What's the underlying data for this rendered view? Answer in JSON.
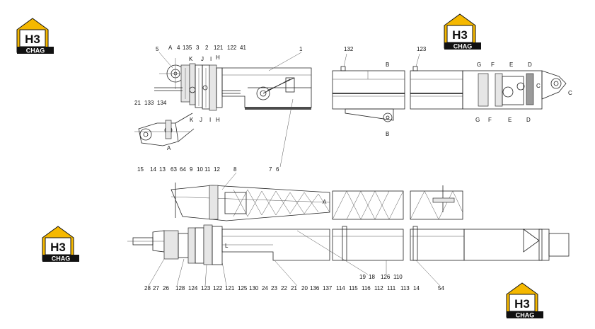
{
  "logo": {
    "mark": "H3",
    "word": "CHAG",
    "color_yellow": "#f5b800",
    "color_dark": "#111111"
  },
  "top": {
    "labels": [
      "5",
      "A",
      "4",
      "135",
      "3",
      "2",
      "121",
      "122",
      "41",
      "1",
      "K",
      "J",
      "I",
      "H",
      "21",
      "133",
      "134",
      "K",
      "J",
      "I",
      "H",
      "15",
      "14",
      "13",
      "63",
      "64",
      "9",
      "10",
      "11",
      "12",
      "7",
      "6",
      "A",
      "132",
      "123",
      "B",
      "B",
      "G",
      "F",
      "E",
      "D",
      "G",
      "F",
      "E",
      "D",
      "C",
      "C"
    ]
  },
  "bottom": {
    "labels": [
      "8",
      "A",
      "L",
      "28",
      "27",
      "26",
      "128",
      "124",
      "123",
      "122",
      "121",
      "125",
      "130",
      "24",
      "23",
      "22",
      "21",
      "20",
      "136",
      "137",
      "114",
      "115",
      "116",
      "112",
      "111",
      "113",
      "14",
      "19",
      "18",
      "126",
      "110",
      "54"
    ]
  }
}
